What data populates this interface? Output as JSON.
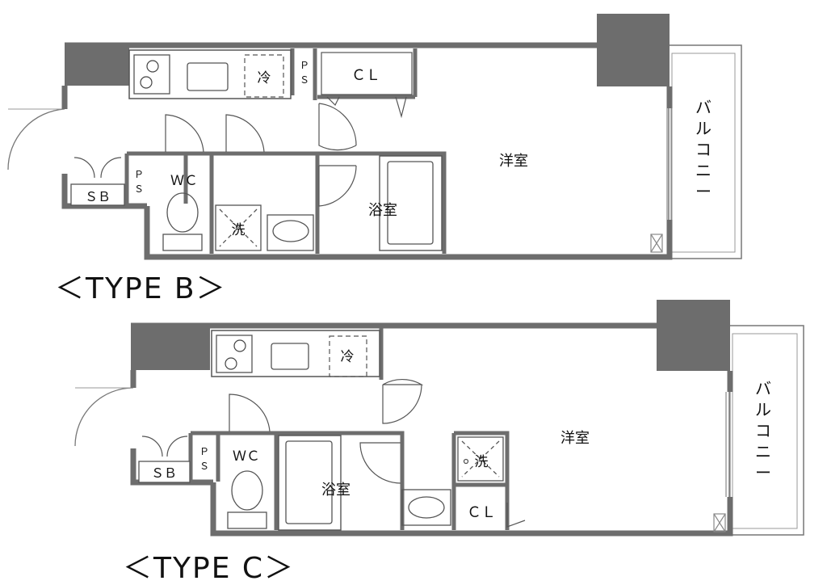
{
  "plans": [
    {
      "title": "＜TYPE B＞",
      "labels": {
        "western_room": "洋室",
        "bathroom": "浴室",
        "closet": "ＣＬ",
        "wc": "ＷＣ",
        "sb": "ＳＢ",
        "ps1": "Ｐ",
        "ps2": "Ｓ",
        "ps_top1": "Ｐ",
        "ps_top2": "Ｓ",
        "fridge": "冷",
        "washer": "洗",
        "balcony": [
          "バ",
          "ル",
          "コ",
          "ニ",
          "ー"
        ]
      }
    },
    {
      "title": "＜TYPE C＞",
      "labels": {
        "western_room": "洋室",
        "bathroom": "浴室",
        "closet": "ＣＬ",
        "wc": "ＷＣ",
        "sb": "ＳＢ",
        "ps1": "Ｐ",
        "ps2": "Ｓ",
        "fridge": "冷",
        "washer": "洗",
        "balcony": [
          "バ",
          "ル",
          "コ",
          "ニ",
          "ー"
        ]
      }
    }
  ]
}
